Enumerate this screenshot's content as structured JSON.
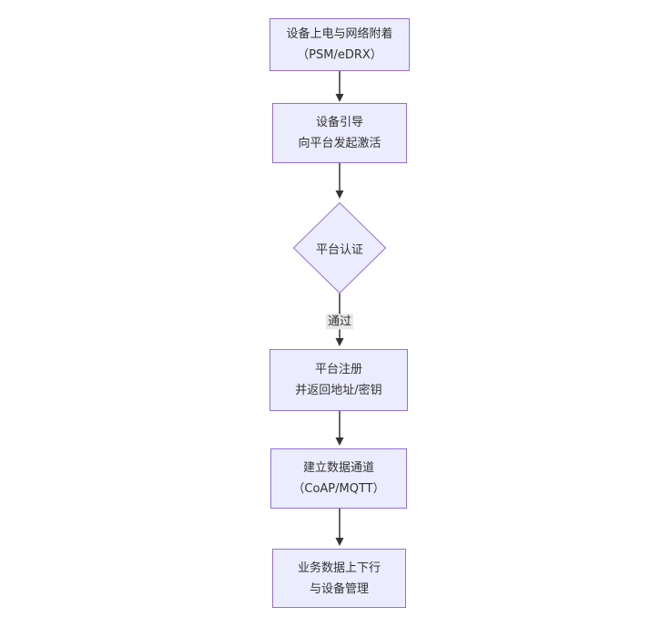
{
  "diagram": {
    "type": "flowchart",
    "direction": "top-down",
    "nodes": [
      {
        "id": "A",
        "shape": "rect",
        "lines": [
          "设备上电与网络附着",
          "（PSM/eDRX）"
        ]
      },
      {
        "id": "B",
        "shape": "rect",
        "lines": [
          "设备引导",
          "向平台发起激活"
        ]
      },
      {
        "id": "C",
        "shape": "diamond",
        "lines": [
          "平台认证"
        ]
      },
      {
        "id": "D",
        "shape": "rect",
        "lines": [
          "平台注册",
          "并返回地址/密钥"
        ]
      },
      {
        "id": "E",
        "shape": "rect",
        "lines": [
          "建立数据通道",
          "（CoAP/MQTT）"
        ]
      },
      {
        "id": "F",
        "shape": "rect",
        "lines": [
          "业务数据上下行",
          "与设备管理"
        ]
      }
    ],
    "edges": [
      {
        "from": "A",
        "to": "B",
        "label": ""
      },
      {
        "from": "B",
        "to": "C",
        "label": ""
      },
      {
        "from": "C",
        "to": "D",
        "label": "通过"
      },
      {
        "from": "D",
        "to": "E",
        "label": ""
      },
      {
        "from": "E",
        "to": "F",
        "label": ""
      }
    ],
    "colors": {
      "background": "#ffffff",
      "node_fill": "#ECECFF",
      "node_border": "#9370DB",
      "text": "#333333",
      "arrow": "#333333",
      "edge_label_bg": "#e8e8e8"
    }
  }
}
